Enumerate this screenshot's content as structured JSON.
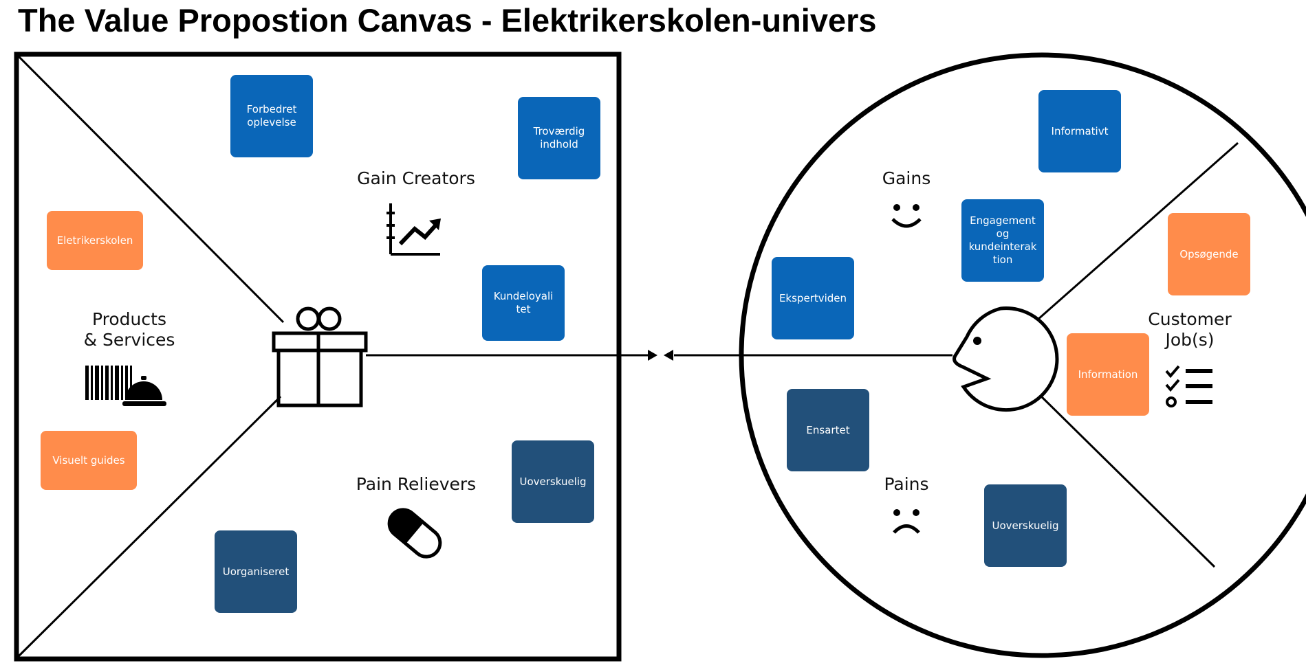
{
  "title": "The Value Propostion Canvas - Elektrikerskolen-univers",
  "value_map": {
    "gain_creators_label": "Gain Creators",
    "pain_relievers_label": "Pain Relievers",
    "products_label": "Products\n& Services"
  },
  "customer_profile": {
    "gains_label": "Gains",
    "pains_label": "Pains",
    "jobs_label": "Customer\nJob(s)"
  },
  "notes": {
    "forbedret": "Forbedret\noplevelse",
    "trovaerdig": "Troværdig\nindhold",
    "kundeloyalitet": "Kundeloyali\ntet",
    "eletrikerskolen": "Eletrikerskolen",
    "visuelt": "Visuelt guides",
    "uorganiseret": "Uorganiseret",
    "uoverskuelig_left": "Uoverskuelig",
    "informativt": "Informativt",
    "engagement": "Engagement\nog\nkundeinterak\ntion",
    "ekspertviden": "Ekspertviden",
    "opsogende": "Opsøgende",
    "information": "Information",
    "ensartet": "Ensartet",
    "uoverskuelig_right": "Uoverskuelig"
  },
  "colors": {
    "blue": "#0a66b8",
    "navy": "#22507a",
    "orange": "#ff8c4b"
  },
  "icons": [
    "gift-icon",
    "growth-chart-icon",
    "pill-icon",
    "barcode-icon",
    "service-bell-icon",
    "smiley-icon",
    "frown-icon",
    "face-profile-icon",
    "checklist-icon"
  ]
}
